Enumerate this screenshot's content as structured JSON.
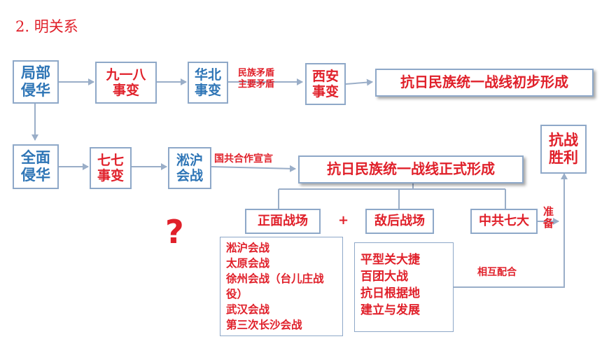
{
  "heading": "2. 明关系",
  "row1": {
    "local_invasion": [
      "局部",
      "侵华"
    ],
    "sept18": [
      "九一八",
      "事变"
    ],
    "north_china": [
      "华北",
      "事变"
    ],
    "contradiction": [
      "民族矛盾",
      "主要矛盾"
    ],
    "xian": [
      "西安",
      "事变"
    ],
    "front_initial": "抗日民族统一战线初步形成"
  },
  "row2": {
    "full_invasion": [
      "全面",
      "侵华"
    ],
    "july7": [
      "七七",
      "事变"
    ],
    "songhu": [
      "淞沪",
      "会战"
    ],
    "declaration": "国共合作宣言",
    "front_formal": "抗日民族统一战线正式形成",
    "victory": [
      "抗战",
      "胜利"
    ]
  },
  "row3": {
    "frontal": "正面战场",
    "plus": "+",
    "rear": "敌后战场",
    "ccp7": "中共七大",
    "prepare": [
      "准",
      "备"
    ],
    "question": "?"
  },
  "frontal_battles": [
    "淞沪会战",
    "太原会战",
    "徐州会战（台儿庄战役）",
    "武汉会战",
    "第三次长沙会战"
  ],
  "rear_battles": [
    "平型关大捷",
    "百团大战",
    "抗日根据地",
    "建立与发展"
  ],
  "cooperate": "相互配合",
  "colors": {
    "red": "#e0202a",
    "blue": "#2e75b6",
    "border": "#8ea8c8",
    "arrow": "#9aaec8"
  }
}
